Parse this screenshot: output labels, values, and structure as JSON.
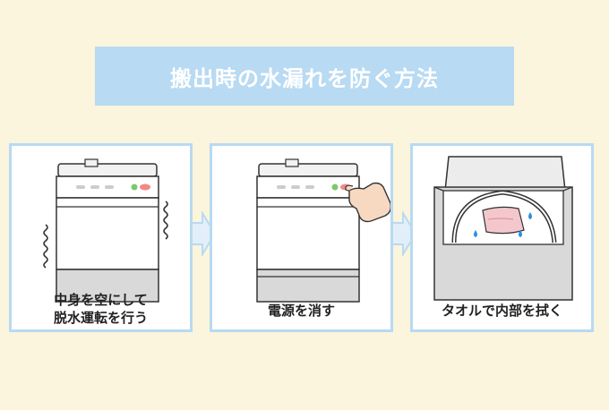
{
  "title": "搬出時の水漏れを防ぐ方法",
  "steps": [
    {
      "caption_line1": "中身を空にして",
      "caption_line2": "脱水運転を行う"
    },
    {
      "caption_line1": "電源を消す"
    },
    {
      "caption_line1": "タオルで内部を拭く"
    }
  ],
  "colors": {
    "background": "#faf5dc",
    "accent_blue": "#b8daf2",
    "machine_gray": "#d9d9d9",
    "water_drop": "#2f8fe0",
    "towel_pink": "#f4c7cc"
  }
}
